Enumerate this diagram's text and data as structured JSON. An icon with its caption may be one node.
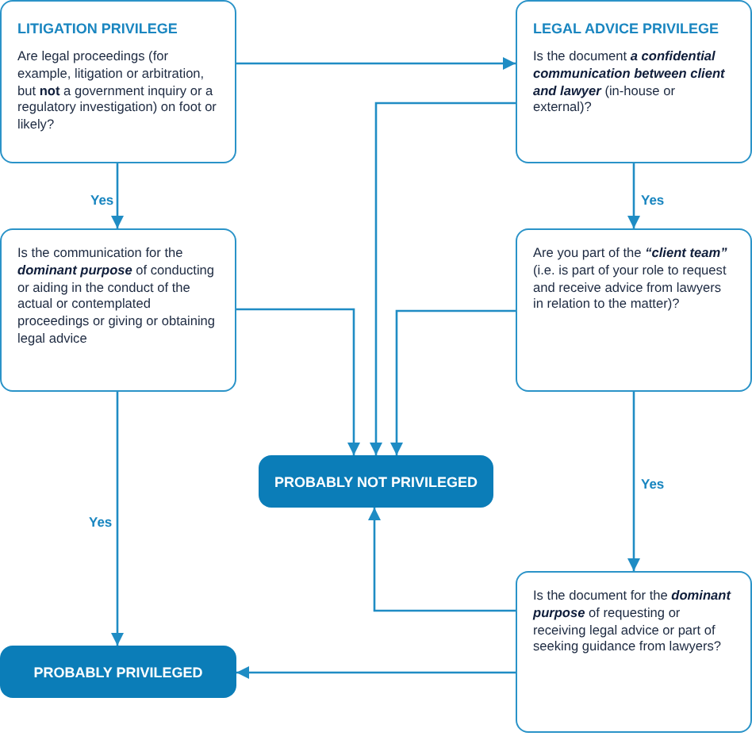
{
  "diagram": {
    "nodes": [
      {
        "text": [
          "LITIGATION PRIVILEGE",
          "Are legal proceedings (for example, litigation or arbitration, but **not** a government inquiry or a regulatory investigation) on foot or likely?"
        ]
      },
      {
        "text": [
          "LEGAL ADVICE PRIVILEGE",
          "Is the document *a confidential communication between client and lawyer* (in-house or external)?"
        ]
      },
      {
        "text": [
          "Is the communication for the *dominant purpose* of conducting or aiding in the conduct of the actual or contemplated proceedings or giving or obtaining legal advice"
        ]
      },
      {
        "text": [
          "Are you part of the *“client team”* (i.e. is part of your role to request and receive advice from lawyers in relation to the matter)?"
        ]
      },
      {
        "text": [
          "PROBABLY NOT PRIVILEGED"
        ]
      },
      {
        "text": [
          "PROBABLY PRIVILEGED"
        ]
      },
      {
        "text": [
          "Is the document for the *dominant purpose* of requesting or receiving legal advice or part of seeking guidance from lawyers?"
        ]
      }
    ],
    "edges": [
      {
        "from": 0,
        "to": 1,
        "arrow": "to"
      },
      {
        "from": 0,
        "to": 2,
        "label": "Yes",
        "arrow": "to"
      },
      {
        "from": 1,
        "to": 3,
        "label": "Yes",
        "arrow": "to"
      },
      {
        "from": 1,
        "to": 4,
        "arrow": "to"
      },
      {
        "from": 2,
        "to": 4,
        "arrow": "to"
      },
      {
        "from": 3,
        "to": 4,
        "arrow": "to"
      },
      {
        "from": 2,
        "to": 5,
        "label": "Yes",
        "arrow": "to"
      },
      {
        "from": 3,
        "to": 6,
        "label": "Yes",
        "arrow": "to"
      },
      {
        "from": 6,
        "to": 4,
        "arrow": "to"
      },
      {
        "from": 6,
        "to": 5,
        "arrow": "to"
      }
    ]
  }
}
